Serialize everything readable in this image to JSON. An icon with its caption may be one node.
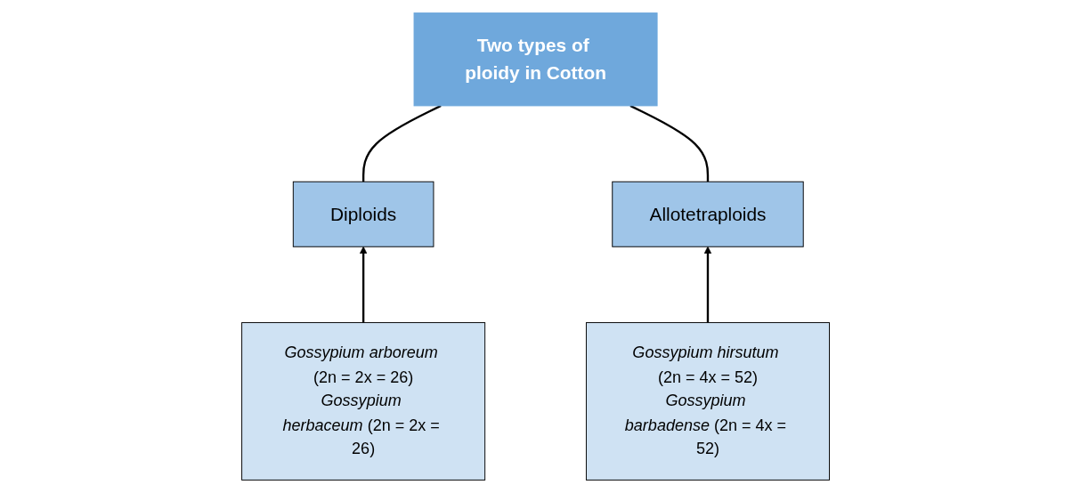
{
  "diagram": {
    "nodes": [
      {
        "text": [
          "Two types of ploidy in Cotton"
        ]
      },
      {
        "text": [
          "Diploids"
        ]
      },
      {
        "text": [
          "Allotetraploids"
        ]
      },
      {
        "text": [
          "*Gossypium arboreum* (2n = 2x = 26)",
          "*Gossypium herbaceum* (2n = 2x = 26)"
        ]
      },
      {
        "text": [
          "*Gossypium hirsutum* (2n = 4x = 52)",
          "*Gossypium barbadense* (2n = 4x = 52)"
        ]
      }
    ],
    "edges": [
      {
        "from": 0,
        "to": 1,
        "arrow": "none"
      },
      {
        "from": 0,
        "to": 2,
        "arrow": "none"
      },
      {
        "from": 3,
        "to": 1,
        "arrow": "to"
      },
      {
        "from": 4,
        "to": 2,
        "arrow": "to"
      }
    ]
  }
}
